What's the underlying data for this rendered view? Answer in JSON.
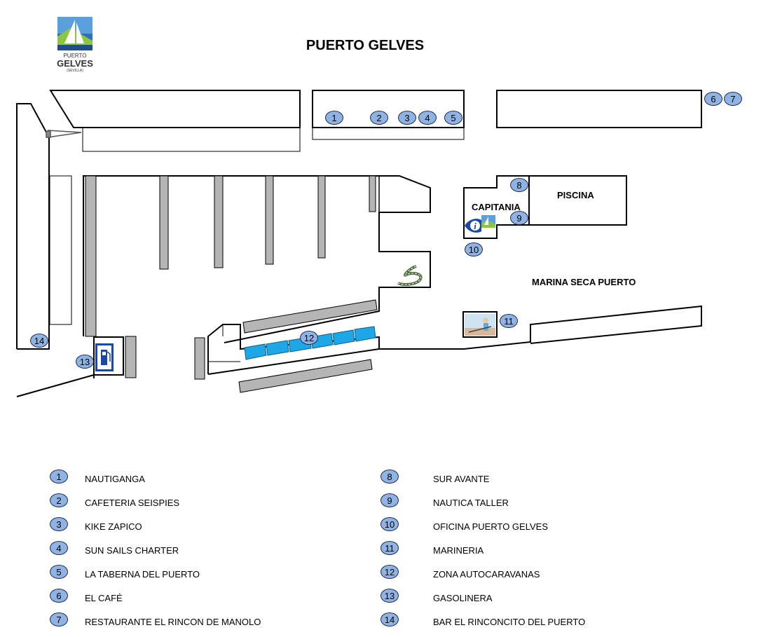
{
  "title": "PUERTO GELVES",
  "logo": {
    "top_text": "PUERTO",
    "name": "GELVES",
    "sub": "(SEVILLA)"
  },
  "labels": {
    "capitania": "CAPITANIA",
    "piscina": "PISCINA",
    "marina": "MARINA SECA PUERTO"
  },
  "icons": [
    "info-icon",
    "logo-icon",
    "road-icon",
    "marineria-icon",
    "fuel-pump-icon",
    "crane-icon"
  ],
  "colors": {
    "badge": "#8fb3e3",
    "autocaravana": "#1ea7e6",
    "pier": "#b5b5b5"
  },
  "legend_left": [
    {
      "n": "1",
      "name": "NAUTIGANGA"
    },
    {
      "n": "2",
      "name": "CAFETERIA SEISPIES"
    },
    {
      "n": "3",
      "name": "KIKE ZAPICO"
    },
    {
      "n": "4",
      "name": "SUN SAILS CHARTER"
    },
    {
      "n": "5",
      "name": "LA TABERNA DEL PUERTO"
    },
    {
      "n": "6",
      "name": "EL CAFÉ"
    },
    {
      "n": "7",
      "name": "RESTAURANTE EL RINCON DE MANOLO"
    }
  ],
  "legend_right": [
    {
      "n": "8",
      "name": "SUR AVANTE"
    },
    {
      "n": "9",
      "name": "NAUTICA TALLER"
    },
    {
      "n": "10",
      "name": "OFICINA PUERTO GELVES"
    },
    {
      "n": "11",
      "name": "MARINERIA"
    },
    {
      "n": "12",
      "name": "ZONA AUTOCARAVANAS"
    },
    {
      "n": "13",
      "name": "GASOLINERA"
    },
    {
      "n": "14",
      "name": "BAR EL RINCONCITO DEL PUERTO"
    }
  ]
}
